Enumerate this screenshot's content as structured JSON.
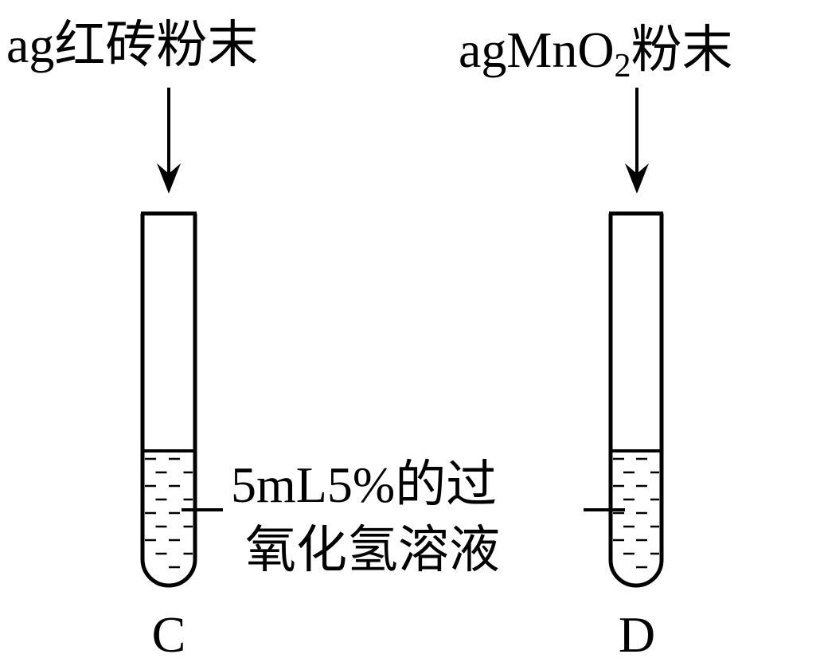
{
  "labels": {
    "left_reagent": "ag红砖粉末",
    "right_reagent_prefix": "agMnO",
    "right_reagent_sub": "2",
    "right_reagent_suffix": "粉末",
    "solution_line1": "5mL5%的过",
    "solution_line2": "氧化氢溶液",
    "tube_left": "C",
    "tube_right": "D"
  }
}
